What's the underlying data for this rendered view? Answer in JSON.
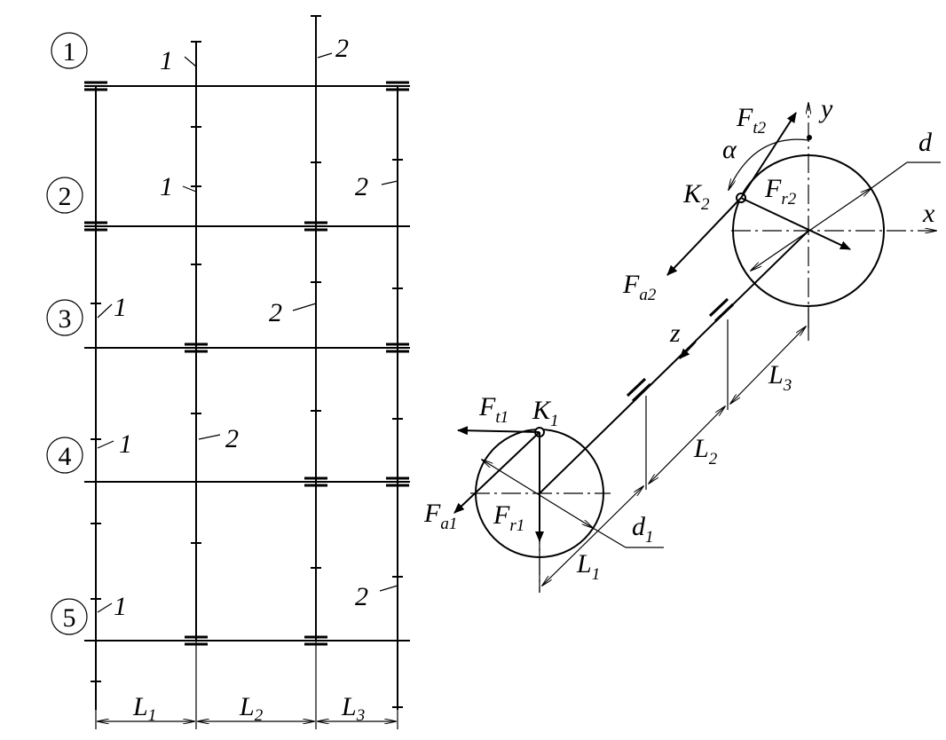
{
  "scheme_numbers": [
    "1",
    "2",
    "3",
    "4",
    "5"
  ],
  "shaft_marks": [
    "1",
    "2"
  ],
  "dims_left": [
    {
      "main": "L",
      "sub": "1"
    },
    {
      "main": "L",
      "sub": "2"
    },
    {
      "main": "L",
      "sub": "3"
    }
  ],
  "axes": {
    "x": "x",
    "y": "y",
    "z": "z"
  },
  "forces": {
    "ft2": {
      "main": "F",
      "sub": "t2"
    },
    "fr2": {
      "main": "F",
      "sub": "r2"
    },
    "fa2": {
      "main": "F",
      "sub": "a2"
    },
    "ft1": {
      "main": "F",
      "sub": "t1"
    },
    "fr1": {
      "main": "F",
      "sub": "r1"
    },
    "fa1": {
      "main": "F",
      "sub": "a1"
    }
  },
  "points": {
    "k1": {
      "main": "K",
      "sub": "1"
    },
    "k2": {
      "main": "K",
      "sub": "2"
    }
  },
  "angle": "α",
  "diameters": {
    "d": {
      "main": "d",
      "sub": ""
    },
    "d1": {
      "main": "d",
      "sub": "1"
    }
  },
  "dims_right": [
    {
      "main": "L",
      "sub": "1"
    },
    {
      "main": "L",
      "sub": "2"
    },
    {
      "main": "L",
      "sub": "3"
    }
  ]
}
